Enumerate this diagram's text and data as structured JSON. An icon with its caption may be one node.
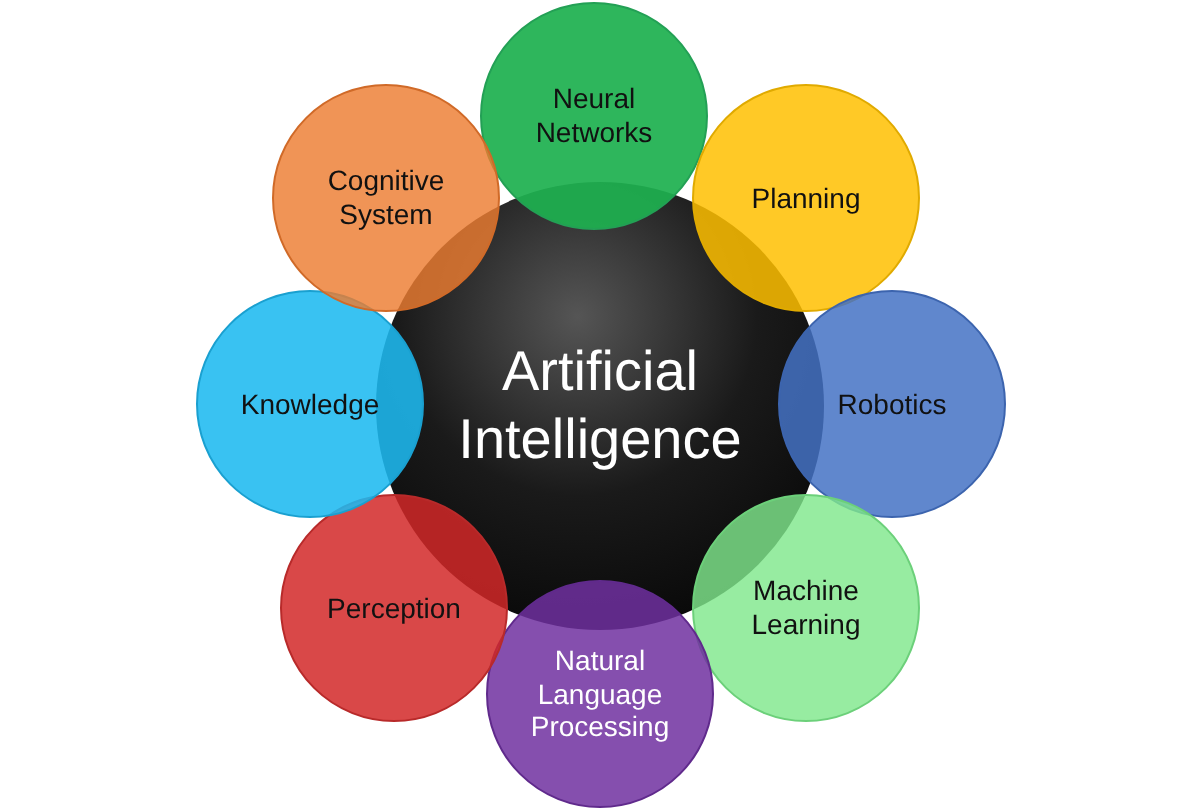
{
  "diagram": {
    "nodes": [
      {
        "text": [
          "Artificial Intelligence"
        ]
      },
      {
        "text": [
          "Neural Networks"
        ]
      },
      {
        "text": [
          "Planning"
        ]
      },
      {
        "text": [
          "Robotics"
        ]
      },
      {
        "text": [
          "Machine Learning"
        ]
      },
      {
        "text": [
          "Natural Language Processing"
        ]
      },
      {
        "text": [
          "Perception"
        ]
      },
      {
        "text": [
          "Knowledge"
        ]
      },
      {
        "text": [
          "Cognitive System"
        ]
      }
    ]
  }
}
